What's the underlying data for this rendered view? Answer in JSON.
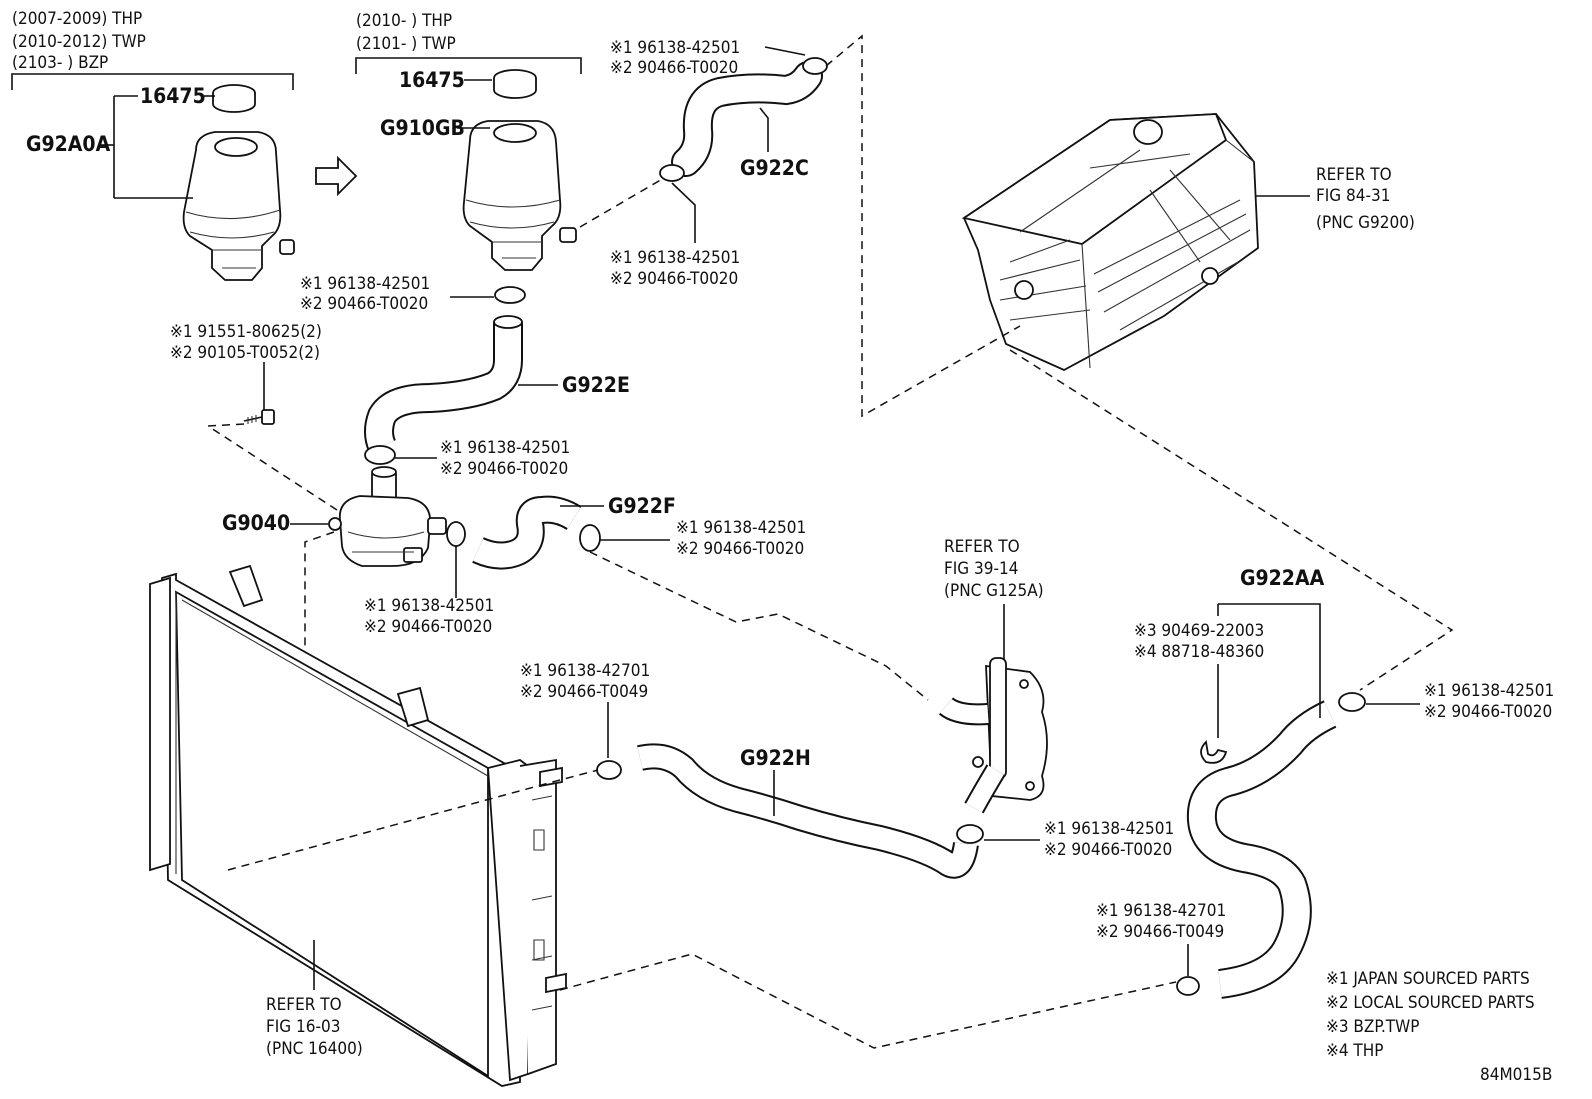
{
  "variants_left": [
    "(2007-2009) THP",
    "(2010-2012) TWP",
    "(2103-      ) BZP"
  ],
  "variants_mid": [
    "(2010-      ) THP",
    "(2101-      ) TWP"
  ],
  "pnc": {
    "cap_left": "16475",
    "cap_mid": "16475",
    "tank_left": "G92A0A",
    "tank_mid": "G910GB",
    "hose_c": "G922C",
    "hose_e": "G922E",
    "hose_f": "G922F",
    "pump": "G9040",
    "hose_h": "G922H",
    "hose_aa": "G922AA"
  },
  "clamp_std": [
    "※1 96138-42501",
    "※2 90466-T0020"
  ],
  "clamp_alt": [
    "※1 96138-42701",
    "※2 90466-T0049"
  ],
  "bolt_parts": [
    "※1  91551-80625(2)",
    "※2  90105-T0052(2)"
  ],
  "aa_parts": [
    "※3 90469-22003",
    "※4 88718-48360"
  ],
  "refs": {
    "inverter": [
      "REFER TO",
      "FIG 84-31",
      "(PNC G9200)"
    ],
    "fig39": [
      "REFER TO",
      "FIG 39-14",
      "(PNC G125A)"
    ],
    "radiator": [
      "REFER TO",
      "FIG 16-03",
      "(PNC 16400)"
    ]
  },
  "legend": [
    "※1 JAPAN SOURCED PARTS",
    "※2 LOCAL SOURCED PARTS",
    "※3 BZP.TWP",
    "※4 THP"
  ],
  "figure_id": "84M015B"
}
